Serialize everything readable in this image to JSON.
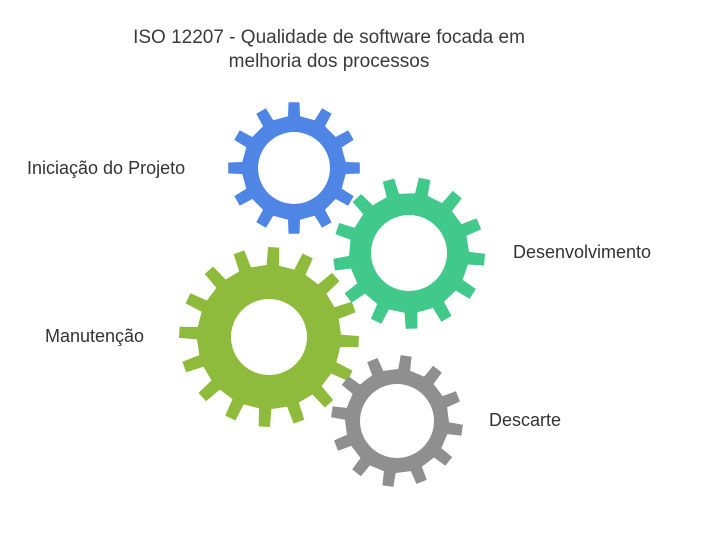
{
  "diagram": {
    "title_line1": "ISO 12207 - Qualidade de software focada em",
    "title_line2": "melhoria dos processos",
    "gears": [
      {
        "id": "iniciacao",
        "label": "Iniciação do Projeto",
        "color": "#4f86e6"
      },
      {
        "id": "desenvolvimento",
        "label": "Desenvolvimento",
        "color": "#40c98a"
      },
      {
        "id": "manutencao",
        "label": "Manutenção",
        "color": "#8fbb3c"
      },
      {
        "id": "descarte",
        "label": "Descarte",
        "color": "#8f8f8f"
      }
    ]
  }
}
